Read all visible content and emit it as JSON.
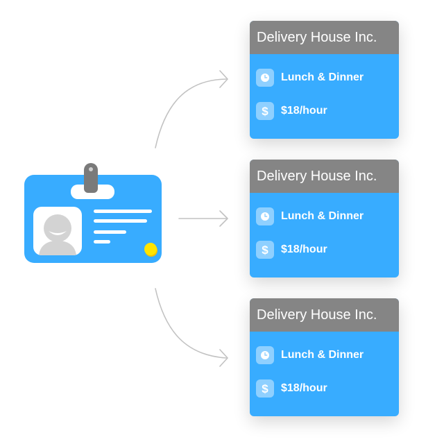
{
  "cards": [
    {
      "company": "Delivery House Inc.",
      "schedule": "Lunch & Dinner",
      "rate": "$18/hour"
    },
    {
      "company": "Delivery House Inc.",
      "schedule": "Lunch & Dinner",
      "rate": "$18/hour"
    },
    {
      "company": "Delivery House Inc.",
      "schedule": "Lunch & Dinner",
      "rate": "$18/hour"
    }
  ],
  "icons": {
    "schedule": "clock-icon",
    "rate": "dollar-icon",
    "rate_glyph": "$",
    "badge": "id-badge-icon",
    "arrow": "arrow-icon"
  },
  "colors": {
    "accent": "#38acff",
    "card_header": "#858585",
    "icon_tile": "#8fd0ff",
    "badge_clip": "#7a7a7a",
    "badge_dot": "#ffe400",
    "connector": "#c2c2c2"
  }
}
